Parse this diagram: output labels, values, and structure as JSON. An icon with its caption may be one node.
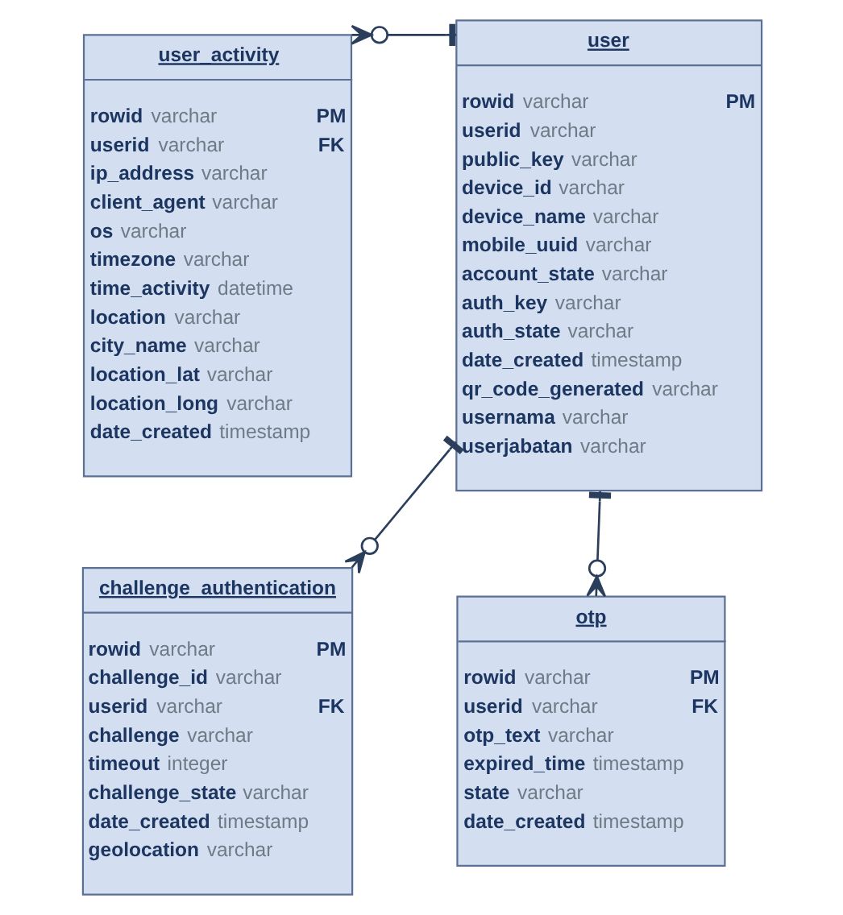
{
  "diagram": {
    "nodes": [
      {
        "text": [
          "user_activity",
          "rowid varchar PM",
          "userid varchar FK",
          "ip_address varchar",
          "client_agent varchar",
          "os varchar",
          "timezone varchar",
          "time_activity datetime",
          "location varchar",
          "city_name varchar",
          "location_lat varchar",
          "location_long varchar",
          "date_created timestamp"
        ]
      },
      {
        "text": [
          "user",
          "rowid varchar PM",
          "userid varchar",
          "public_key varchar",
          "device_id varchar",
          "device_name varchar",
          "mobile_uuid varchar",
          "account_state varchar",
          "auth_key varchar",
          "auth_state varchar",
          "date_created timestamp",
          "qr_code_generated varchar",
          "usernama varchar",
          "userjabatan varchar"
        ]
      },
      {
        "text": [
          "challenge_authentication",
          "rowid varchar PM",
          "challenge_id varchar",
          "userid varchar FK",
          "challenge varchar",
          "timeout integer",
          "challenge_state varchar",
          "date_created timestamp",
          "geolocation varchar"
        ]
      },
      {
        "text": [
          "otp",
          "rowid varchar PM",
          "userid varchar FK",
          "otp_text varchar",
          "expired_time timestamp",
          "state varchar",
          "date_created timestamp"
        ]
      }
    ],
    "edges": [
      {
        "from": 1,
        "to": 0,
        "arrow": "other"
      },
      {
        "from": 1,
        "to": 2,
        "arrow": "other"
      },
      {
        "from": 1,
        "to": 3,
        "arrow": "other"
      }
    ]
  }
}
